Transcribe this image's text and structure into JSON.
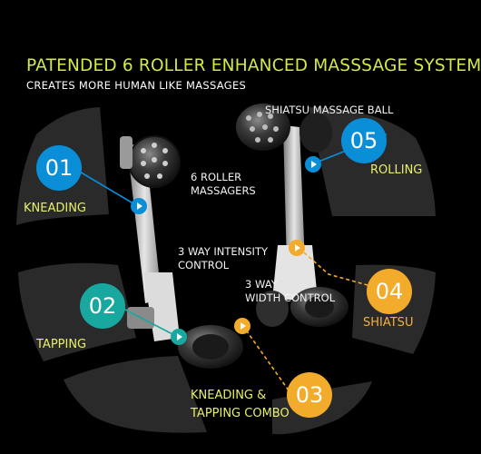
{
  "headline": "PATENDED 6 ROLLER ENHANCED MASSSAGE SYSTEM",
  "subheadline": "CREATES MORE HUMAN LIKE MASSAGES",
  "features": [
    {
      "number": "01",
      "label": "KNEADING"
    },
    {
      "number": "02",
      "label": "TAPPING"
    },
    {
      "number": "03",
      "label": "KNEADING &",
      "label2": "TAPPING  COMBO"
    },
    {
      "number": "04",
      "label": "SHIATSU"
    },
    {
      "number": "05",
      "label": "ROLLING"
    }
  ],
  "notes": {
    "rollers_line1": "6 ROLLER",
    "rollers_line2": "MASSAGERS",
    "intensity_line1": "3 WAY INTENSITY",
    "intensity_line2": "CONTROL",
    "width_line1": "3 WAY",
    "width_line2": "WIDTH CONTROL",
    "shiatsu_ball": "SHIATSU MASSAGE BALL"
  },
  "colors": {
    "accent_yellow": "#d4e84c",
    "blue": "#0a8ed8",
    "teal": "#18a8a0",
    "orange": "#f2ab2a",
    "panel": "#2b2b2b"
  }
}
